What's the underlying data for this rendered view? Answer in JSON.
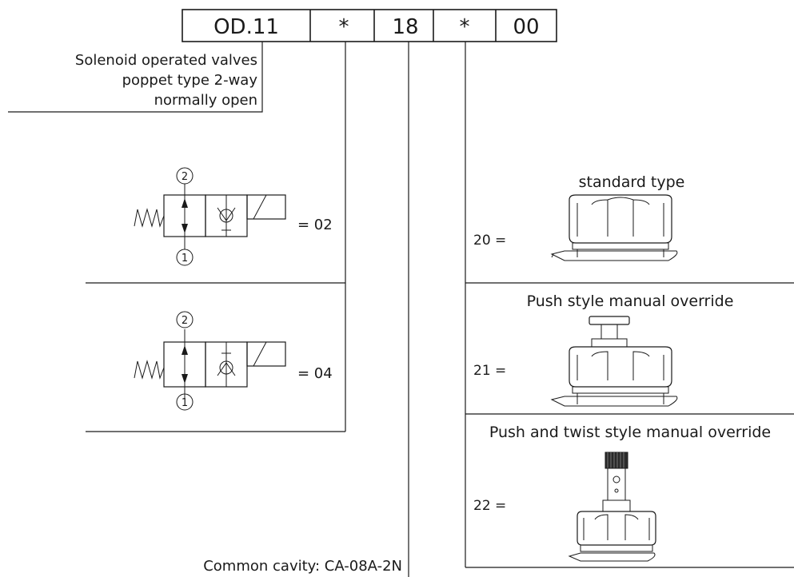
{
  "code_boxes": [
    "OD.11",
    "*",
    "18",
    "*",
    "00"
  ],
  "description": {
    "line1": "Solenoid operated valves",
    "line2": "poppet type 2-way",
    "line3": "normally open"
  },
  "symbols": {
    "port2": "2",
    "port1": "1",
    "opt_a": "= 02",
    "opt_b": "= 04"
  },
  "override": {
    "standard_title": "standard type",
    "standard_code": "20 =",
    "push_title": "Push style manual override",
    "push_code": "21 =",
    "twist_title": "Push and twist style manual override",
    "twist_code": "22 ="
  },
  "cavity": "Common cavity: CA-08A-2N"
}
